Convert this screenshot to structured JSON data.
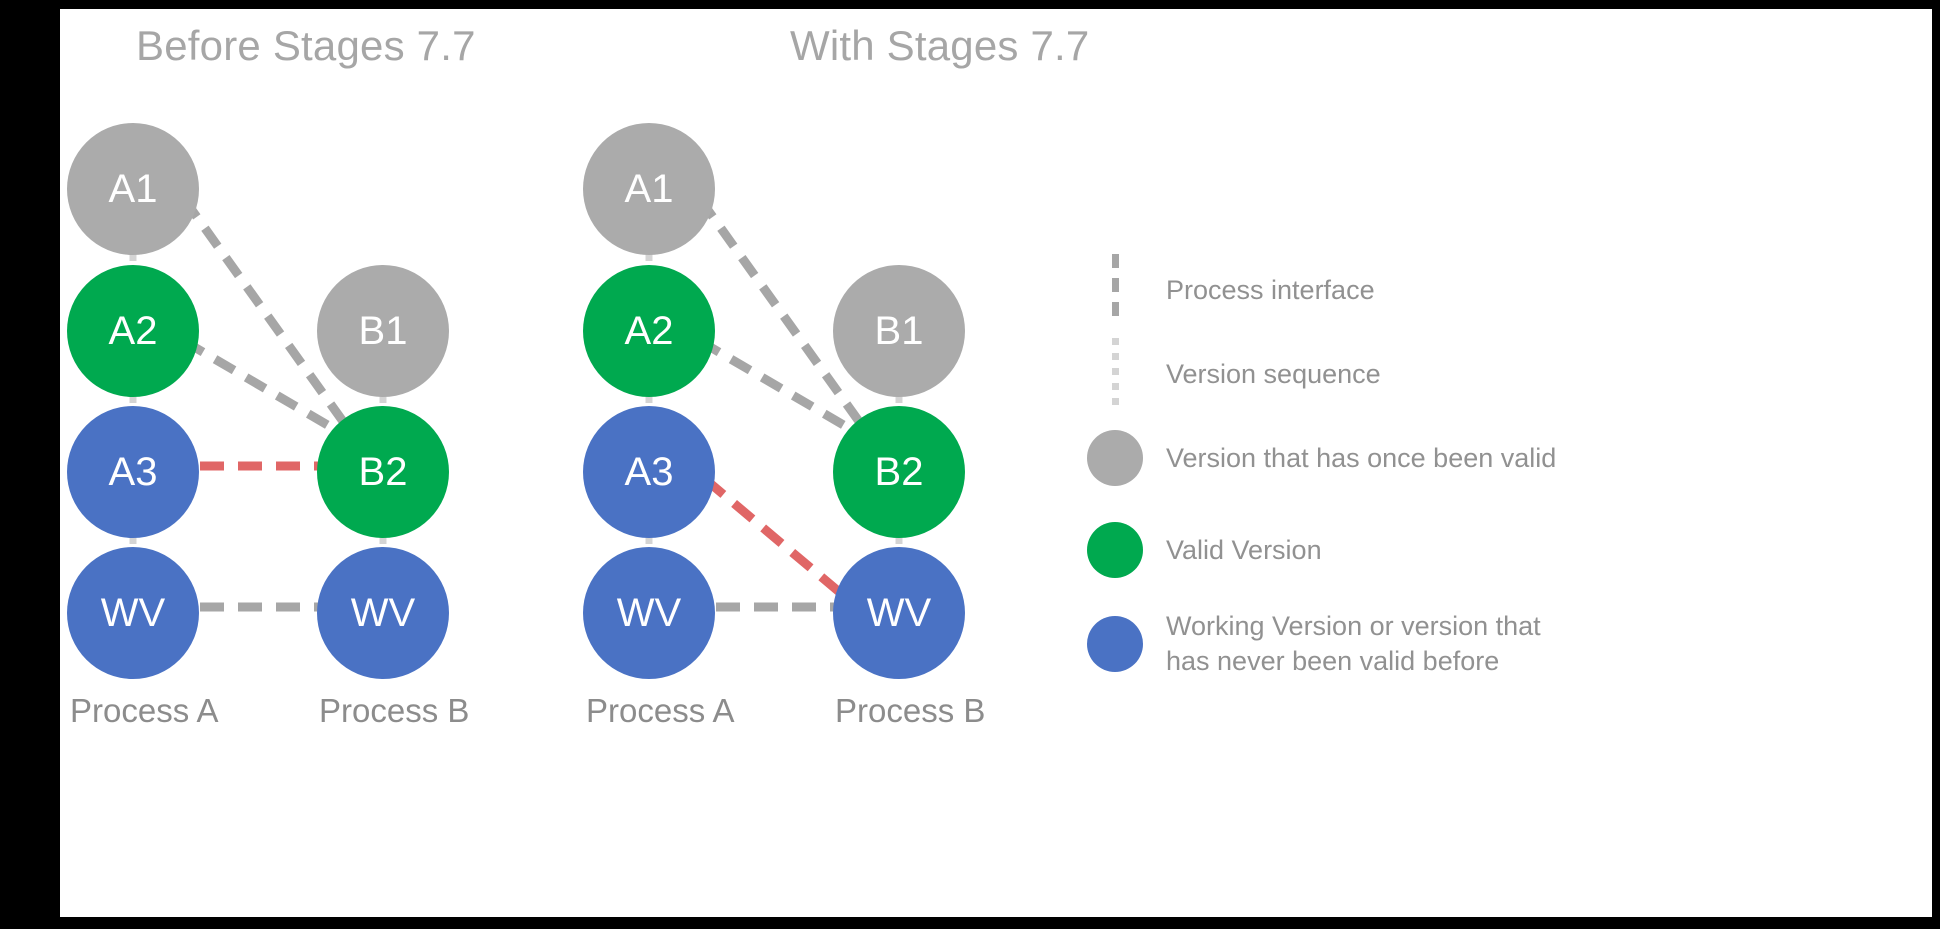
{
  "panels": [
    {
      "title": "Before Stages 7.7",
      "columns": [
        {
          "label": "Process A",
          "nodes": [
            "A1",
            "A2",
            "A3",
            "WV"
          ]
        },
        {
          "label": "Process B",
          "nodes": [
            "B1",
            "B2",
            "WV"
          ]
        }
      ]
    },
    {
      "title": "With Stages 7.7",
      "columns": [
        {
          "label": "Process A",
          "nodes": [
            "A1",
            "A2",
            "A3",
            "WV"
          ]
        },
        {
          "label": "Process B",
          "nodes": [
            "B1",
            "B2",
            "WV"
          ]
        }
      ]
    }
  ],
  "node_labels": {
    "left_a1": "A1",
    "left_a2": "A2",
    "left_a3": "A3",
    "left_awv": "WV",
    "left_b1": "B1",
    "left_b2": "B2",
    "left_bwv": "WV",
    "right_a1": "A1",
    "right_a2": "A2",
    "right_a3": "A3",
    "right_awv": "WV",
    "right_b1": "B1",
    "right_b2": "B2",
    "right_bwv": "WV"
  },
  "process_labels": {
    "left_a": "Process A",
    "left_b": "Process B",
    "right_a": "Process A",
    "right_b": "Process B"
  },
  "legend": {
    "items": [
      {
        "icon": "process-interface-line",
        "label": "Process interface"
      },
      {
        "icon": "version-sequence-line",
        "label": "Version sequence"
      },
      {
        "icon": "gray-circle",
        "label": "Version that has once been valid"
      },
      {
        "icon": "green-circle",
        "label": "Valid Version"
      },
      {
        "icon": "blue-circle",
        "label": "Working Version or version that\nhas never been valid before"
      }
    ]
  },
  "colors": {
    "gray_node": "#ababab",
    "green_node": "#00a94f",
    "blue_node": "#4a72c4",
    "interface_line": "#a6a6a6",
    "sequence_line": "#d4d4d4",
    "conflict_line": "#e06666",
    "title_text": "#a6a6a6",
    "label_text": "#8c8c8c",
    "background": "#ffffff",
    "frame": "#000000"
  }
}
